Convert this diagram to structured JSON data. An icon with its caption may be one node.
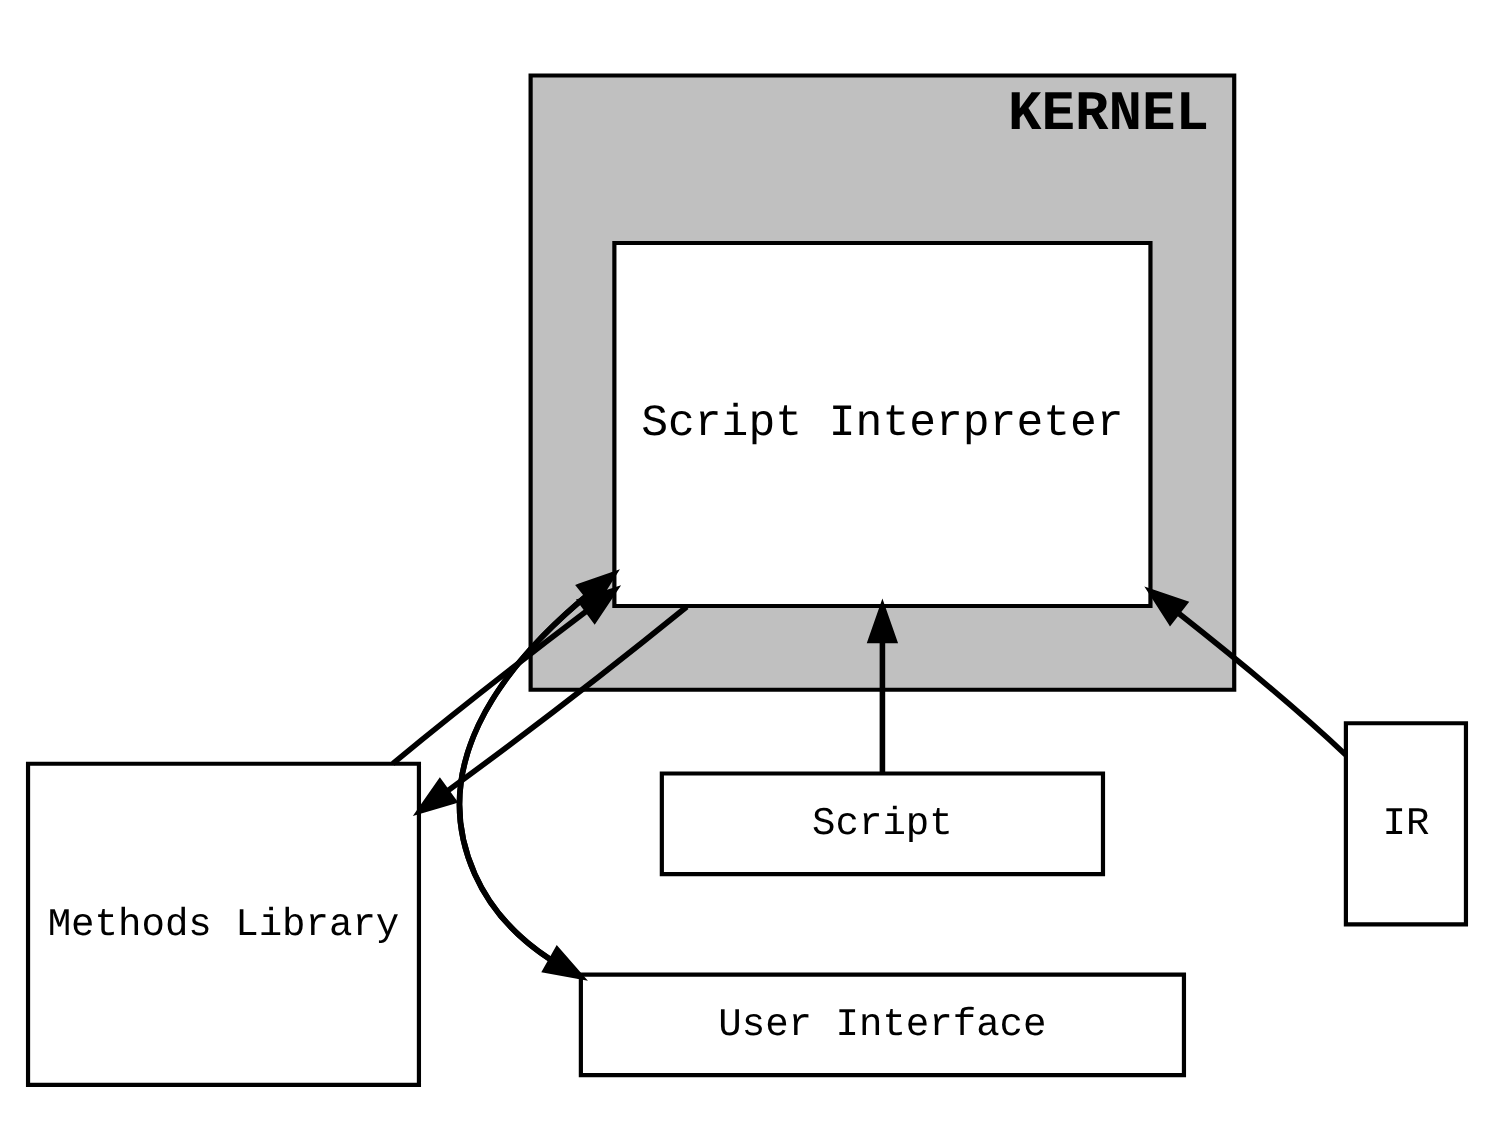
{
  "diagram": {
    "nodes": [
      {
        "text": [
          "Script"
        ]
      },
      {
        "text": [
          "KERNEL"
        ]
      },
      {
        "text": [
          "Script Interpreter"
        ],
        "in": 1
      },
      {
        "text": [
          "Methods Library"
        ]
      },
      {
        "text": [
          "IR"
        ]
      },
      {
        "text": [
          "User Interface"
        ]
      }
    ],
    "edges": [
      {
        "from": 0,
        "to": 2,
        "arrow": "to"
      },
      {
        "from": 2,
        "to": 3,
        "arrow": "to"
      },
      {
        "from": 3,
        "to": 2,
        "arrow": "to"
      },
      {
        "from": 4,
        "to": 2,
        "arrow": "to"
      },
      {
        "from": 2,
        "to": 5,
        "arrow": "to"
      },
      {
        "from": 5,
        "to": 2,
        "arrow": "to"
      }
    ]
  }
}
